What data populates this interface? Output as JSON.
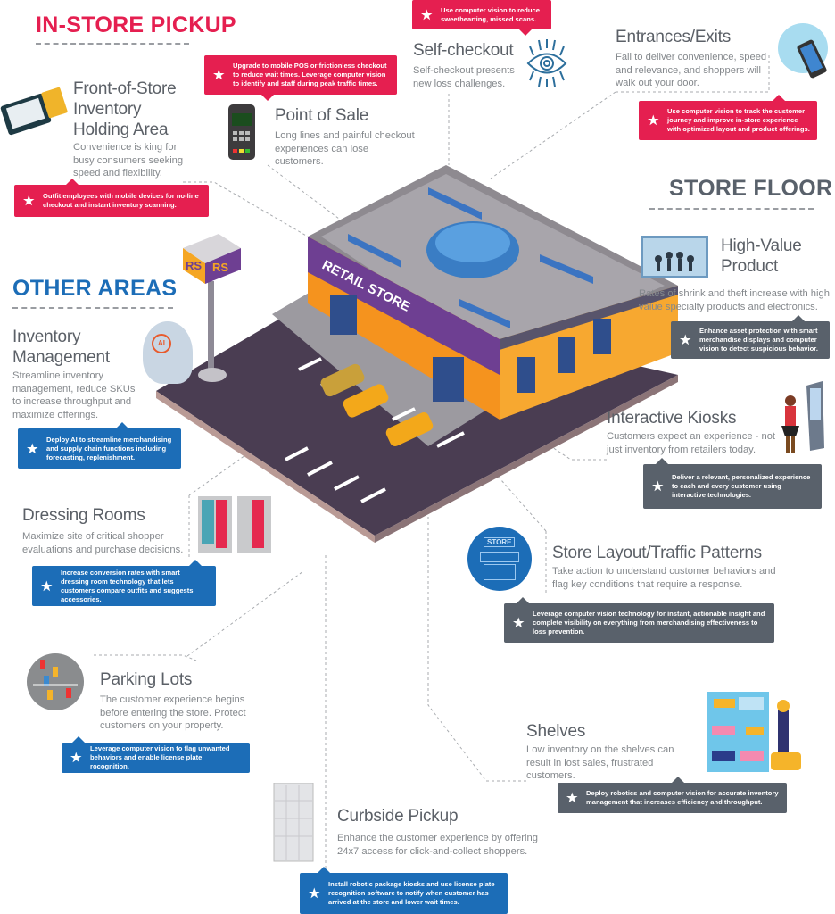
{
  "colors": {
    "red": "#e51f50",
    "blue": "#1c6db7",
    "gray": "#59616b",
    "title": "#5b6067",
    "text": "#84888c"
  },
  "sections": {
    "in_store": "IN-STORE PICKUP",
    "store_floor": "STORE FLOOR",
    "other": "OTHER AREAS"
  },
  "store_sign": {
    "name": "RETAIL STORE",
    "logo": "RS"
  },
  "items": {
    "front": {
      "title": "Front-of-Store Inventory Holding Area",
      "desc": "Convenience is king for busy consumers seeking speed and flexibility.",
      "callout": "Outfit employees with mobile devices for no-line checkout and instant inventory scanning.",
      "icon": "pay-terminal-icon"
    },
    "pos": {
      "title": "Point of Sale",
      "desc": "Long lines and painful checkout experiences can lose customers.",
      "callout": "Upgrade to mobile POS or frictionless checkout to reduce wait times. Leverage computer vision to identify and staff during peak traffic times.",
      "icon": "card-reader-icon"
    },
    "self": {
      "title": "Self-checkout",
      "desc": "Self-checkout presents new loss challenges.",
      "callout": "Use computer vision to reduce sweethearting, missed scans.",
      "icon": "eye-circuit-icon"
    },
    "entr": {
      "title": "Entrances/Exits",
      "desc": "Fail to deliver convenience, speed and relevance, and shoppers will walk out your door.",
      "callout": "Use computer vision to track the customer journey and improve in-store experience with optimized layout and product offerings.",
      "icon": "smartphone-bluetooth-icon"
    },
    "hv": {
      "title": "High-Value Product",
      "desc": "Rates of shrink and theft increase with high value specialty products and electronics.",
      "callout": "Enhance asset protection with smart merchandise displays and computer vision to detect suspicious behavior.",
      "icon": "jewelry-display-icon"
    },
    "kiosk": {
      "title": "Interactive Kiosks",
      "desc": "Customers expect an experience - not just inventory from retailers today.",
      "callout": "Deliver a relevant, personalized experience to each and every customer using interactive technologies.",
      "icon": "kiosk-user-icon"
    },
    "layout": {
      "title": "Store Layout/Traffic Patterns",
      "desc": "Take action to understand customer behaviors and flag key conditions that require a response.",
      "callout": "Leverage computer vision technology for instant, actionable insight and complete visibility on everything from merchandising effectiveness to loss prevention.",
      "icon": "storefront-icon",
      "icon_text": "STORE"
    },
    "shelves": {
      "title": "Shelves",
      "desc": "Low inventory on the shelves can result in lost sales, frustrated customers.",
      "callout": "Deploy robotics and computer vision for accurate inventory management that increases efficiency and throughput.",
      "icon": "shelf-robot-icon"
    },
    "curb": {
      "title": "Curbside Pickup",
      "desc": "Enhance the customer experience by offering 24x7 access for click-and-collect shoppers.",
      "callout": "Install robotic package kiosks and use license plate recognition software to notify when customer has arrived at the store and lower wait times.",
      "icon": "package-locker-icon"
    },
    "inv": {
      "title": "Inventory Management",
      "desc": "Streamline inventory management, reduce SKUs to increase throughput and maximize offerings.",
      "callout": "Deploy AI to streamline merchandising and supply chain functions including forecasting, replenishment.",
      "icon": "ai-head-icon",
      "icon_text": "AI"
    },
    "dress": {
      "title": "Dressing Rooms",
      "desc": "Maximize site of critical shopper evaluations and purchase decisions.",
      "callout": "Increase conversion rates with smart dressing room technology that lets customers compare outfits and suggests accessories.",
      "icon": "dressing-room-icon"
    },
    "park": {
      "title": "Parking Lots",
      "desc": "The customer experience begins before entering the store. Protect customers on your property.",
      "callout": "Leverage computer vision to flag unwanted behaviors and enable license plate rocognition.",
      "icon": "parking-lot-icon"
    }
  }
}
